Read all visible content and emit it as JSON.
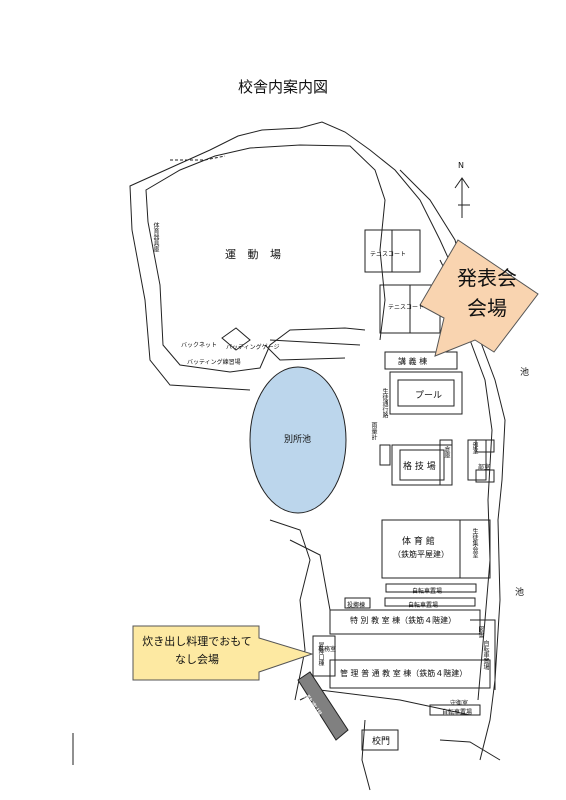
{
  "title": "校舎内案内図",
  "compass": {
    "label": "N"
  },
  "places": {
    "ground": "運 動 場",
    "gym_storage": "体育器具庫",
    "backnet": "バックネット",
    "batting_area": "バッティング練習場",
    "batting_cage": "バッティングゲージ",
    "tennis1": "テニスコート",
    "tennis2": "テニスコート",
    "lecture": "講 義 棟",
    "pool": "プール",
    "pond_name": "別所池",
    "pond_side": "池",
    "pond_side2": "池",
    "rain_gauge": "雨量計",
    "dojo": "格 技 場",
    "gym": "体 育 館",
    "gym_sub": "（鉄筋平屋建）",
    "student_hall": "生徒集会室",
    "bike1": "自転車置場",
    "bike2": "自転車置場",
    "bike3": "自転車置場",
    "kyuyo": "投擲棟",
    "special": "特 別 教 室 棟（鉄筋４階建）",
    "general": "管 理 普 通 教 室 棟（鉄筋４階建）",
    "entrance": "昇降口棟",
    "office_room": "事務室",
    "library": "図書",
    "parking": "駐車場",
    "gate": "校門",
    "guard": "守衛室",
    "small1": "部室",
    "small2": "倉庫",
    "small3": "部室",
    "bike_side": "自転車置場",
    "narrow_road": "生徒通行路"
  },
  "callouts": {
    "venue": {
      "line1": "発表会",
      "line2": "会場",
      "color": "#f9d4b0"
    },
    "cooking": {
      "line1": "炊き出し料理でおもて",
      "line2": "なし会場",
      "color": "#fde9a2"
    }
  },
  "colors": {
    "pond": "#bcd6ec",
    "parking": "#808080",
    "venue_arrow": "#f9d4b0",
    "cooking_arrow": "#fde9a2"
  }
}
